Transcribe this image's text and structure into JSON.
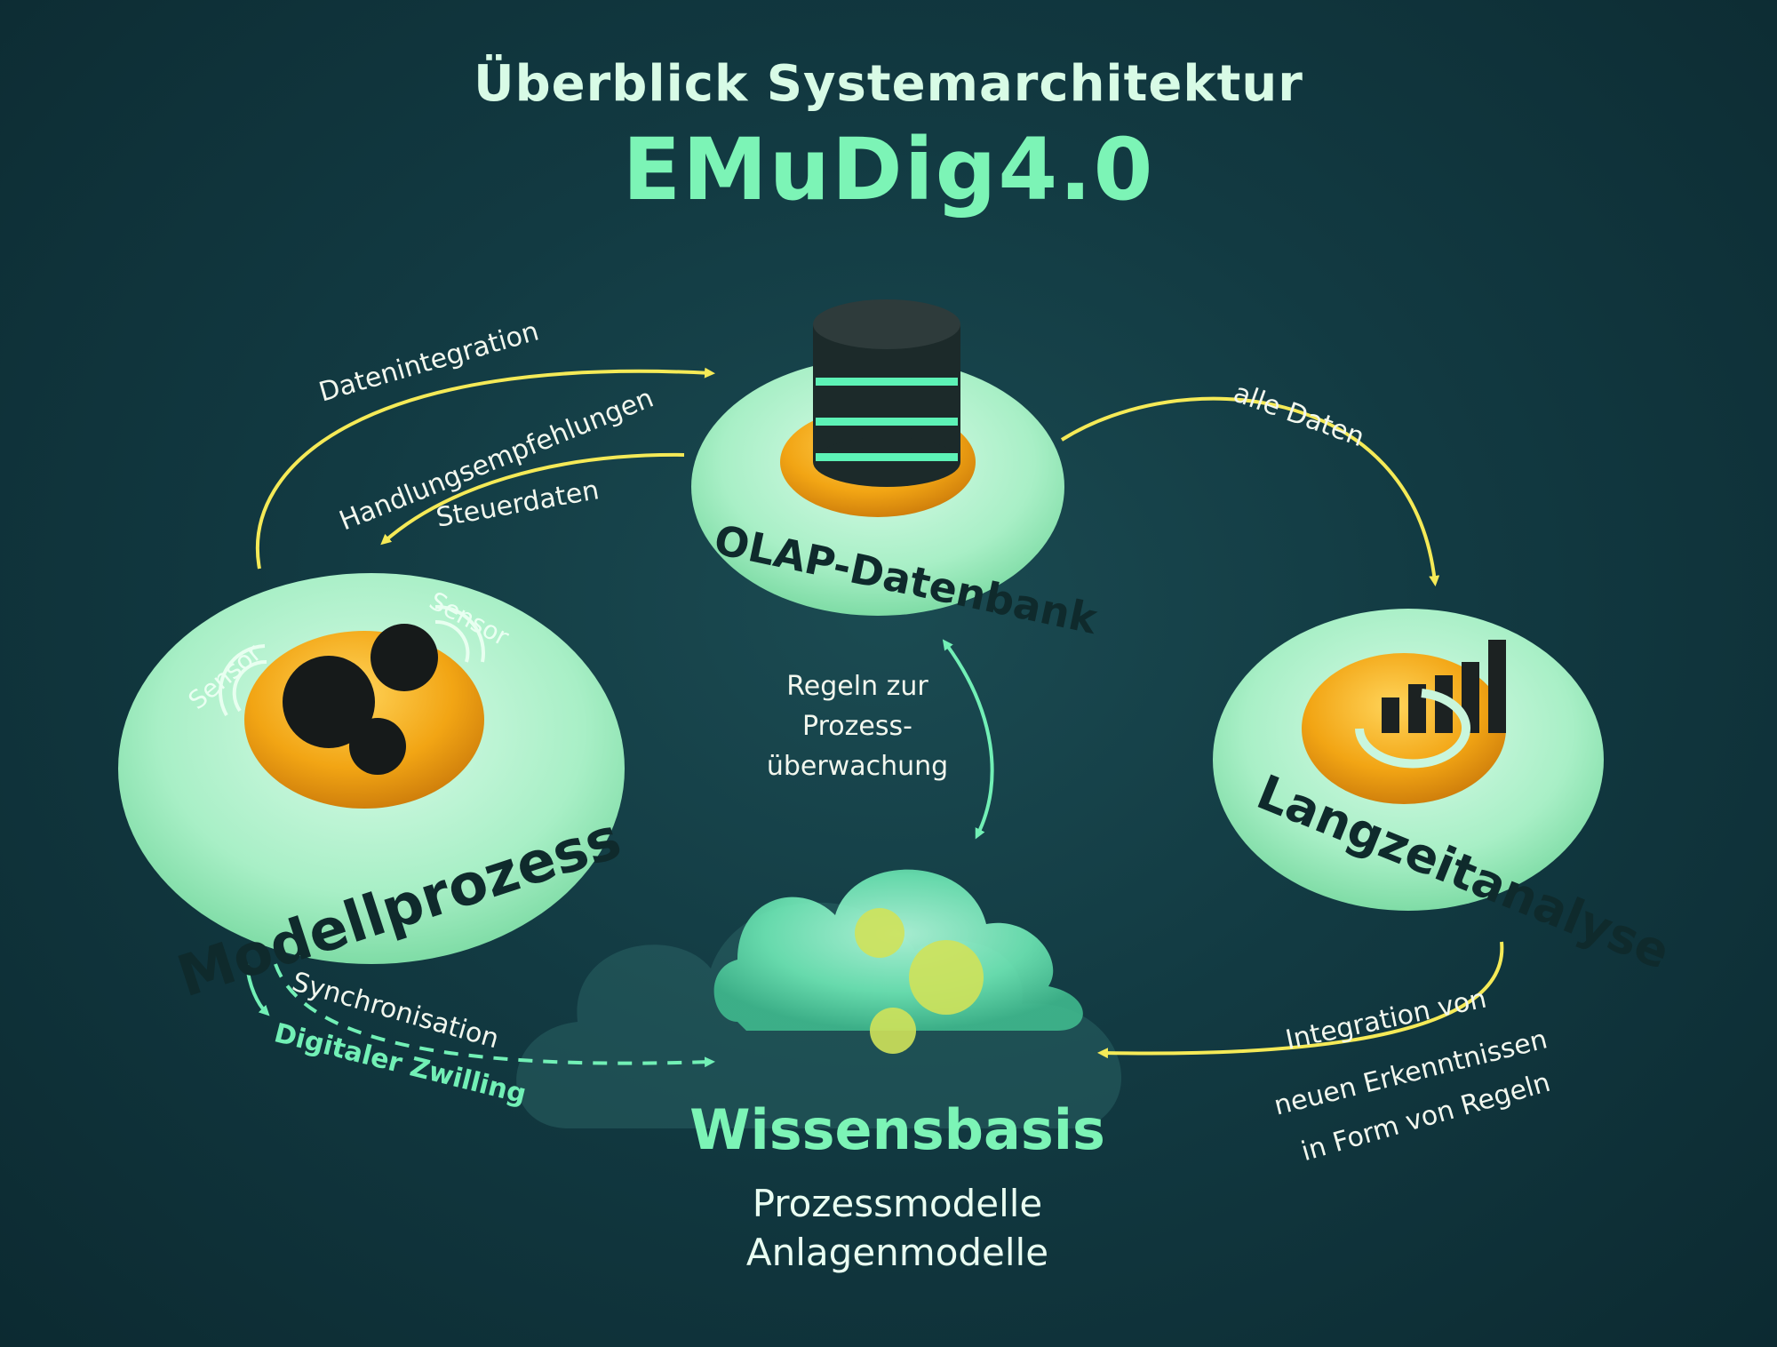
{
  "header": {
    "subtitle": "Überblick Systemarchitektur",
    "title": "EMuDig4.0"
  },
  "nodes": {
    "olap": {
      "label": "OLAP-Datenbank"
    },
    "modell": {
      "label": "Modellprozess",
      "sensor_left": "Sensor",
      "sensor_right": "Sensor"
    },
    "langzeit": {
      "label": "Langzeitanalyse"
    },
    "wissen": {
      "label": "Wissensbasis",
      "sub1": "Prozessmodelle",
      "sub2": "Anlagenmodelle"
    }
  },
  "edges": {
    "datenintegration": "Datenintegration",
    "handlung": "Handlungsempfehlungen",
    "steuerdaten": "Steuerdaten",
    "alle_daten": "alle Daten",
    "regeln1": "Regeln zur",
    "regeln2": "Prozess-",
    "regeln3": "überwachung",
    "sync": "Synchronisation",
    "zwilling": "Digitaler Zwilling",
    "integ1": "Integration von",
    "integ2": "neuen Erkenntnissen",
    "integ3": "in Form von Regeln"
  },
  "colors": {
    "background": "#123a42",
    "disc": "#b9f3d2",
    "accent": "#7cf4b6",
    "arrow_yellow": "#f5ea57",
    "arrow_green": "#72f0b6",
    "orange": "#f2a514"
  }
}
